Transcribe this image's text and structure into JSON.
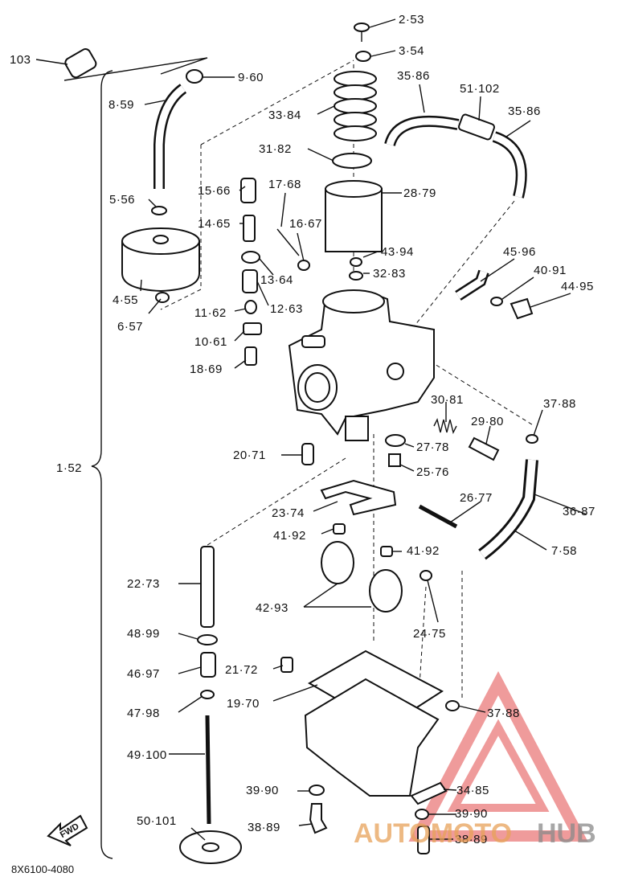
{
  "labels": {
    "l_2_53": "2·53",
    "l_3_54": "3·54",
    "l_103": "103",
    "l_9_60": "9·60",
    "l_35_86a": "35·86",
    "l_51_102": "51·102",
    "l_35_86b": "35·86",
    "l_8_59": "8·59",
    "l_33_84": "33·84",
    "l_31_82": "31·82",
    "l_15_66": "15·66",
    "l_17_68": "17·68",
    "l_28_79": "28·79",
    "l_5_56": "5·56",
    "l_14_65": "14·65",
    "l_16_67": "16·67",
    "l_43_94": "43·94",
    "l_32_83": "32·83",
    "l_45_96": "45·96",
    "l_13_64": "13·64",
    "l_40_91": "40·91",
    "l_44_95": "44·95",
    "l_4_55": "4·55",
    "l_12_63": "12·63",
    "l_6_57": "6·57",
    "l_11_62": "11·62",
    "l_10_61": "10·61",
    "l_18_69": "18·69",
    "l_30_81": "30·81",
    "l_37_88a": "37·88",
    "l_29_80": "29·80",
    "l_27_78": "27·78",
    "l_20_71": "20·71",
    "l_25_76": "25·76",
    "l_1_52": "1·52",
    "l_26_77": "26·77",
    "l_23_74": "23·74",
    "l_36_87": "36·87",
    "l_41_92a": "41·92",
    "l_41_92b": "41·92",
    "l_7_58": "7·58",
    "l_22_73": "22·73",
    "l_42_93": "42·93",
    "l_24_75": "24·75",
    "l_48_99": "48·99",
    "l_21_72": "21·72",
    "l_46_97": "46·97",
    "l_19_70": "19·70",
    "l_37_88b": "37·88",
    "l_47_98": "47·98",
    "l_49_100": "49·100",
    "l_39_90a": "39·90",
    "l_34_85": "34·85",
    "l_39_90b": "39·90",
    "l_50_101": "50·101",
    "l_38_89a": "38·89",
    "l_38_89b": "38·89"
  },
  "fwd_label": "FWD",
  "diagram_code": "8X6100-4080",
  "watermark": {
    "brand_part1": "AUTOMOTO",
    "brand_part2": "HUB",
    "color_primary": "#e8a25a",
    "color_secondary": "#8a8a8a",
    "color_logo": "#e24a4a"
  }
}
